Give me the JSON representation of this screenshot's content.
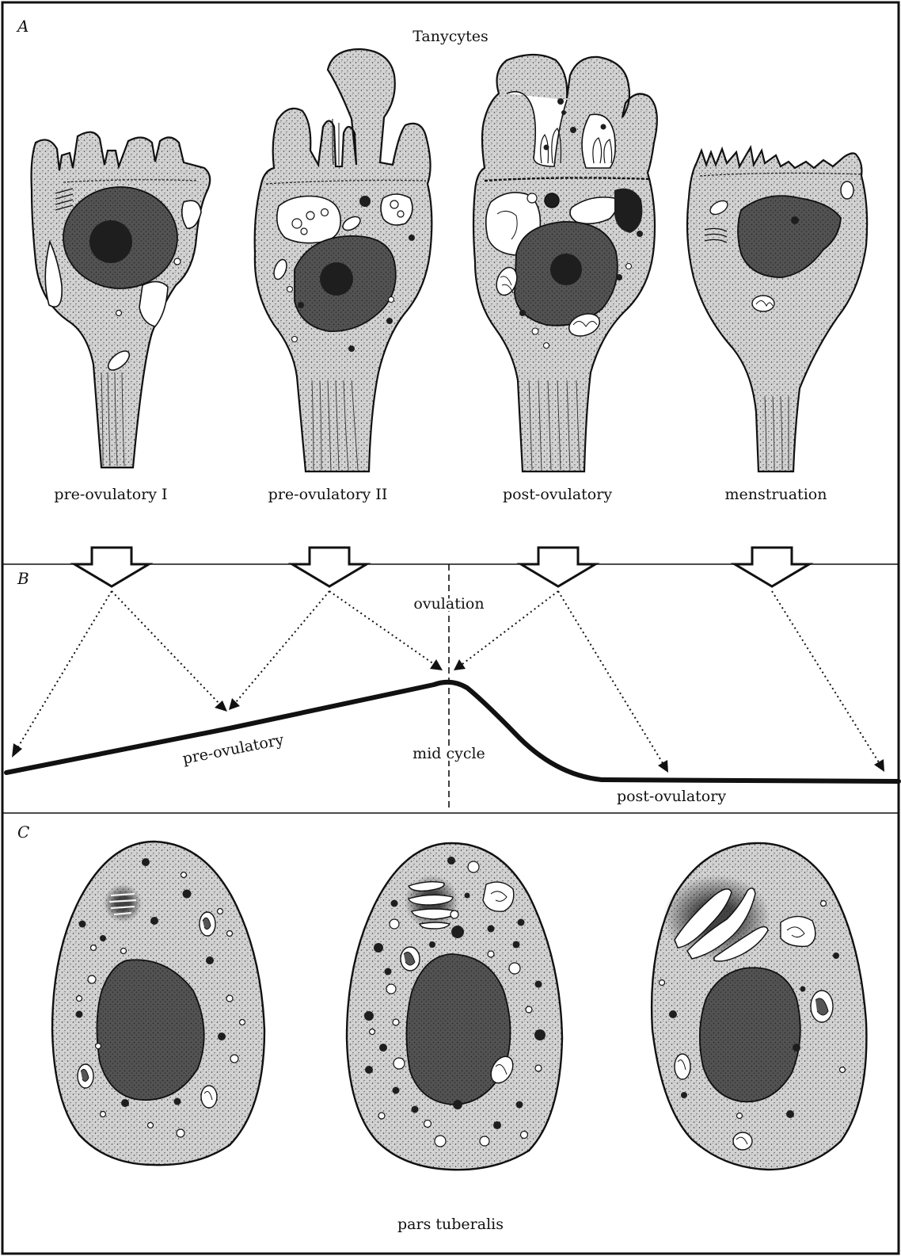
{
  "panels": {
    "a": {
      "letter": "A",
      "title": "Tanycytes",
      "stages": [
        "pre-ovulatory I",
        "pre-ovulatory II",
        "post-ovulatory",
        "menstruation"
      ]
    },
    "b": {
      "letter": "B",
      "ovulation": "ovulation",
      "mid_cycle": "mid cycle",
      "pre_ovulatory": "pre-ovulatory",
      "post_ovulatory": "post-ovulatory"
    },
    "c": {
      "letter": "C",
      "caption": "pars tuberalis"
    }
  },
  "colors": {
    "ink": "#111111",
    "cytoplasm": "#d6d6d6",
    "nucleus": "#555555",
    "nucleolus": "#1e1e1e",
    "vacuole": "#ffffff"
  }
}
